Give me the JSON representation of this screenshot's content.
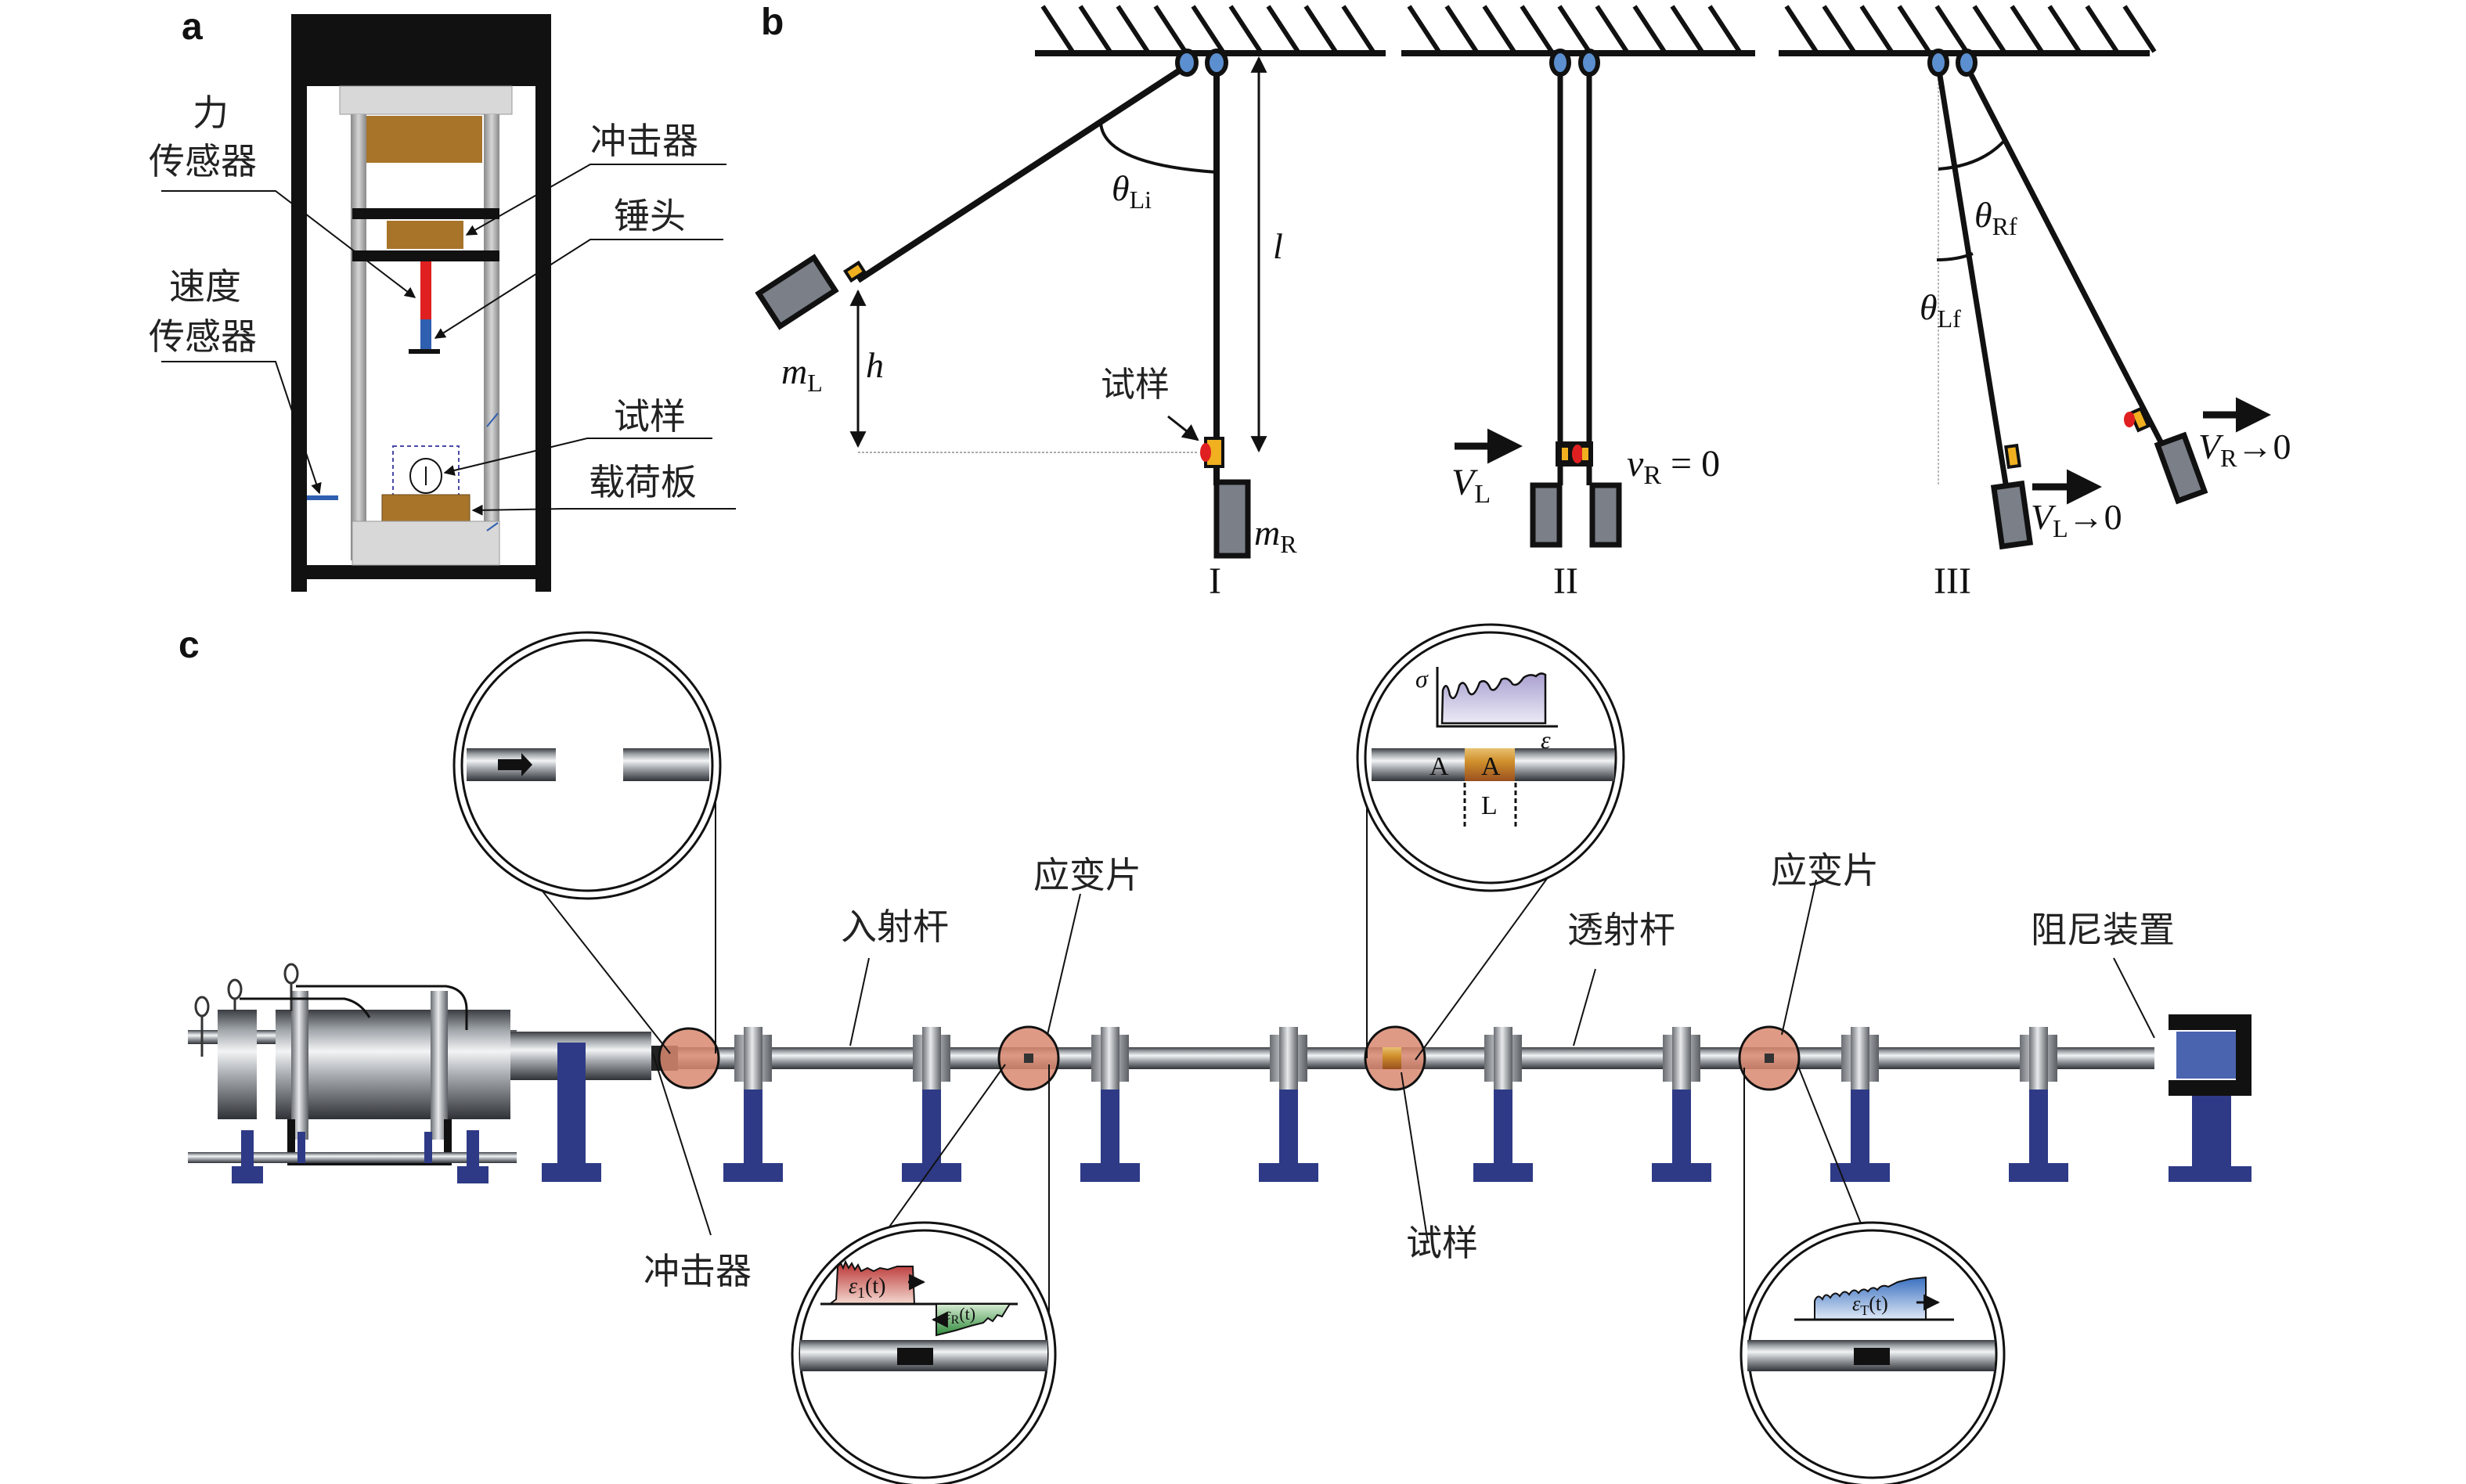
{
  "figure": {
    "panels": {
      "a": {
        "label": "a",
        "callouts": {
          "force_sensor": [
            "力",
            "传感器"
          ],
          "impactor": "冲击器",
          "hammer_head": "锤头",
          "velocity_sensor": [
            "速度",
            "传感器"
          ],
          "specimen": "试样",
          "load_plate": "载荷板"
        }
      },
      "b": {
        "label": "b",
        "specimen": "试样",
        "symbols": {
          "theta_Li": {
            "base": "θ",
            "sub": "Li"
          },
          "l": "l",
          "h": "h",
          "m_L": {
            "base": "m",
            "sub": "L"
          },
          "m_R": {
            "base": "m",
            "sub": "R"
          },
          "V_L": {
            "base": "V",
            "sub": "L"
          },
          "v_R_eq": {
            "base": "v",
            "sub": "R",
            "rest": " = 0"
          },
          "theta_Rf": {
            "base": "θ",
            "sub": "Rf"
          },
          "theta_Lf": {
            "base": "θ",
            "sub": "Lf"
          },
          "V_L_to0": {
            "base": "V",
            "sub": "L",
            "rest": "→0"
          },
          "V_R_to0": {
            "base": "V",
            "sub": "R",
            "rest": "→0"
          }
        },
        "stages": [
          "I",
          "II",
          "III"
        ]
      },
      "c": {
        "label": "c",
        "callouts": {
          "impactor": "冲击器",
          "incident_bar": "入射杆",
          "strain_gauge_1": "应变片",
          "specimen": "试样",
          "transmission_bar": "透射杆",
          "strain_gauge_2": "应变片",
          "damper": "阻尼装置"
        },
        "inset_specimen": {
          "y_axis": "σ",
          "x_axis": "ε",
          "area_left": "A",
          "area_right": "A",
          "length": "L"
        },
        "inset_incident": {
          "incident_wave": {
            "base": "ε",
            "sub": "1",
            "rest": "(t)"
          },
          "reflected_wave": {
            "base": "ε",
            "sub": "R",
            "rest": "(t)"
          }
        },
        "inset_transmitted": {
          "transmitted_wave": {
            "base": "ε",
            "sub": "T",
            "rest": "(t)"
          }
        }
      }
    },
    "colors": {
      "frame": "#111111",
      "brass": "#a8742a",
      "support_blue": "#2e3a86",
      "damper_blue": "#4a64b0",
      "pivot_blue": "#5b8fd0",
      "sensor_red": "#e02020",
      "sensor_orange": "#f0b020",
      "mass_gray": "#7a7f88",
      "gauge_circle": "#d98870",
      "stress_fill": "#b8b0d8",
      "incident_fill": "#c0403a",
      "reflected_fill": "#3a9a40",
      "transmitted_fill": "#4a80c8"
    }
  }
}
